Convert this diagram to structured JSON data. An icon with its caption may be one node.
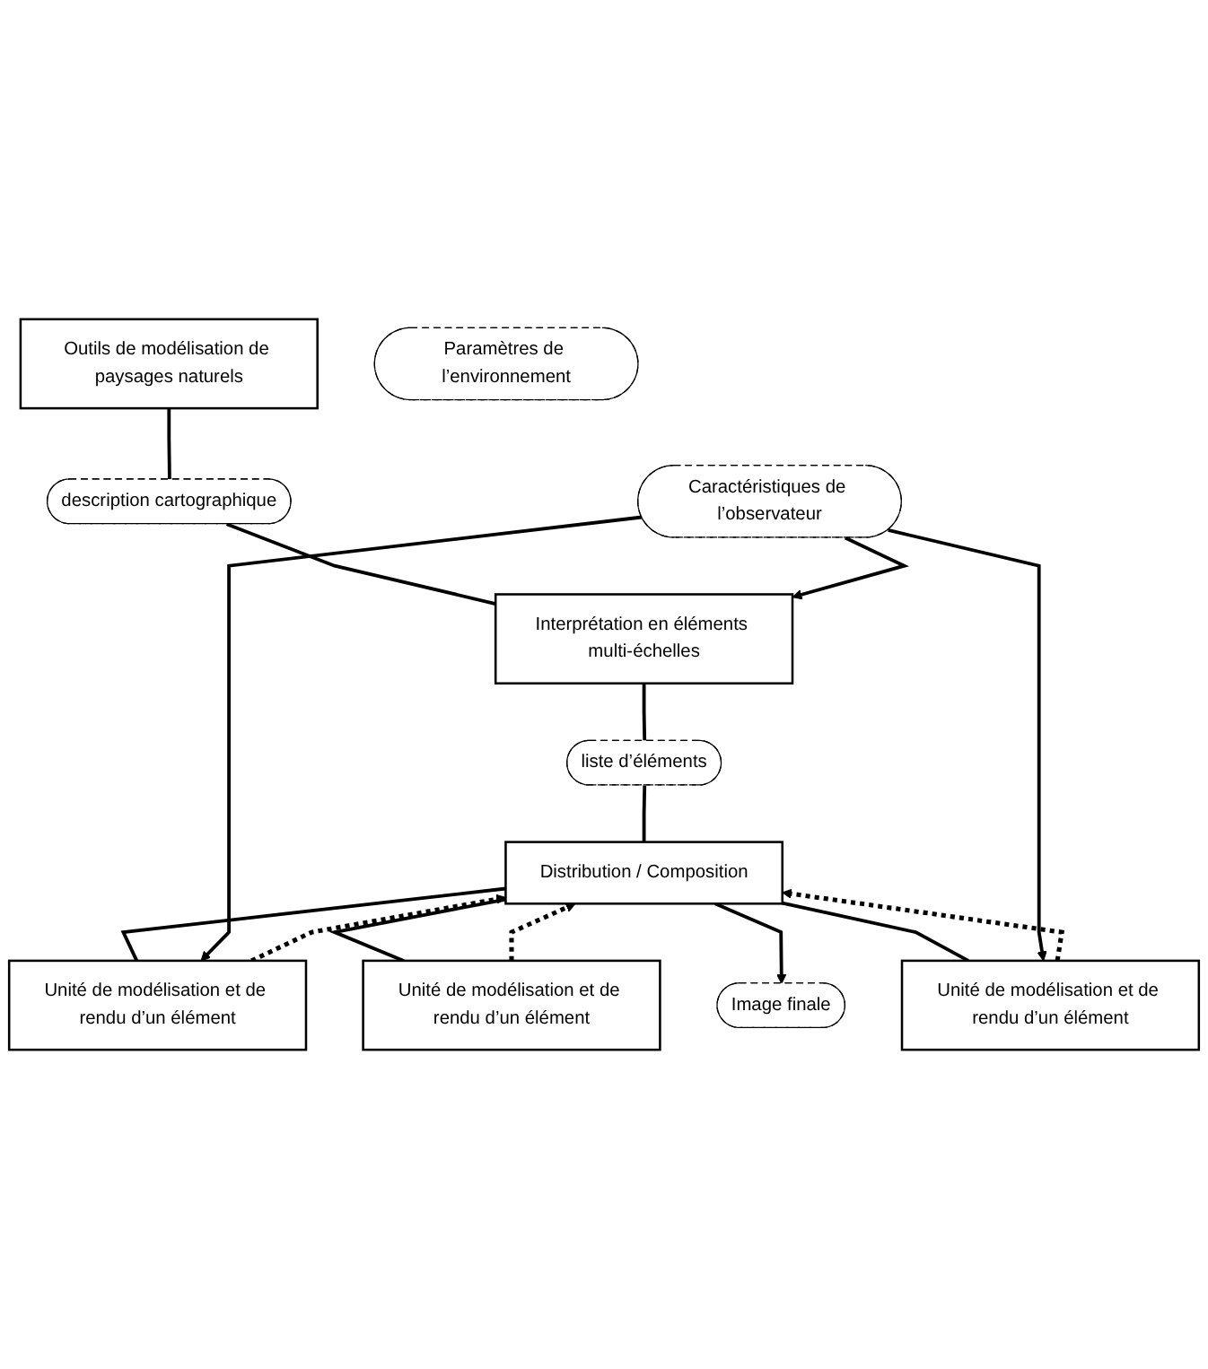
{
  "diagram": {
    "nodes": [
      {
        "text": [
          "Outils de modélisation de paysages naturels"
        ]
      },
      {
        "text": [
          "description cartographique"
        ]
      },
      {
        "text": [
          "Interprétation en éléments multi-échelles"
        ]
      },
      {
        "text": [
          "liste d’éléments"
        ]
      },
      {
        "text": [
          "Distribution / Composition"
        ]
      },
      {
        "text": [
          "Unité de modélisation et de rendu d’un élément"
        ]
      },
      {
        "text": [
          "Unité de modélisation et de rendu d’un élément"
        ]
      },
      {
        "text": [
          "Unité de modélisation et de rendu d’un élément"
        ]
      },
      {
        "text": [
          "Caractéristiques de l’observateur"
        ]
      },
      {
        "text": [
          "Paramètres de l’environnement"
        ]
      },
      {
        "text": [
          "Image finale"
        ]
      }
    ],
    "edges": [
      {
        "from": 0,
        "to": 1,
        "arrow": "none"
      },
      {
        "from": 1,
        "to": 2,
        "arrow": "none"
      },
      {
        "from": 2,
        "to": 3,
        "arrow": "none"
      },
      {
        "from": 3,
        "to": 4,
        "arrow": "none"
      },
      {
        "from": 4,
        "to": 5,
        "arrow": "none"
      },
      {
        "from": 4,
        "to": 6,
        "arrow": "none"
      },
      {
        "from": 4,
        "to": 7,
        "arrow": "none"
      },
      {
        "from": 8,
        "to": 2,
        "arrow": "to"
      },
      {
        "from": 8,
        "to": 5,
        "arrow": "to"
      },
      {
        "from": 8,
        "to": 6,
        "arrow": "to"
      },
      {
        "from": 4,
        "to": 10,
        "arrow": "to"
      },
      {
        "from": 5,
        "to": 4,
        "arrow": "to",
        "style": "dashed"
      },
      {
        "from": 6,
        "to": 4,
        "arrow": "to",
        "style": "dashed"
      },
      {
        "from": 7,
        "to": 4,
        "arrow": "to",
        "style": "dashed"
      }
    ]
  }
}
